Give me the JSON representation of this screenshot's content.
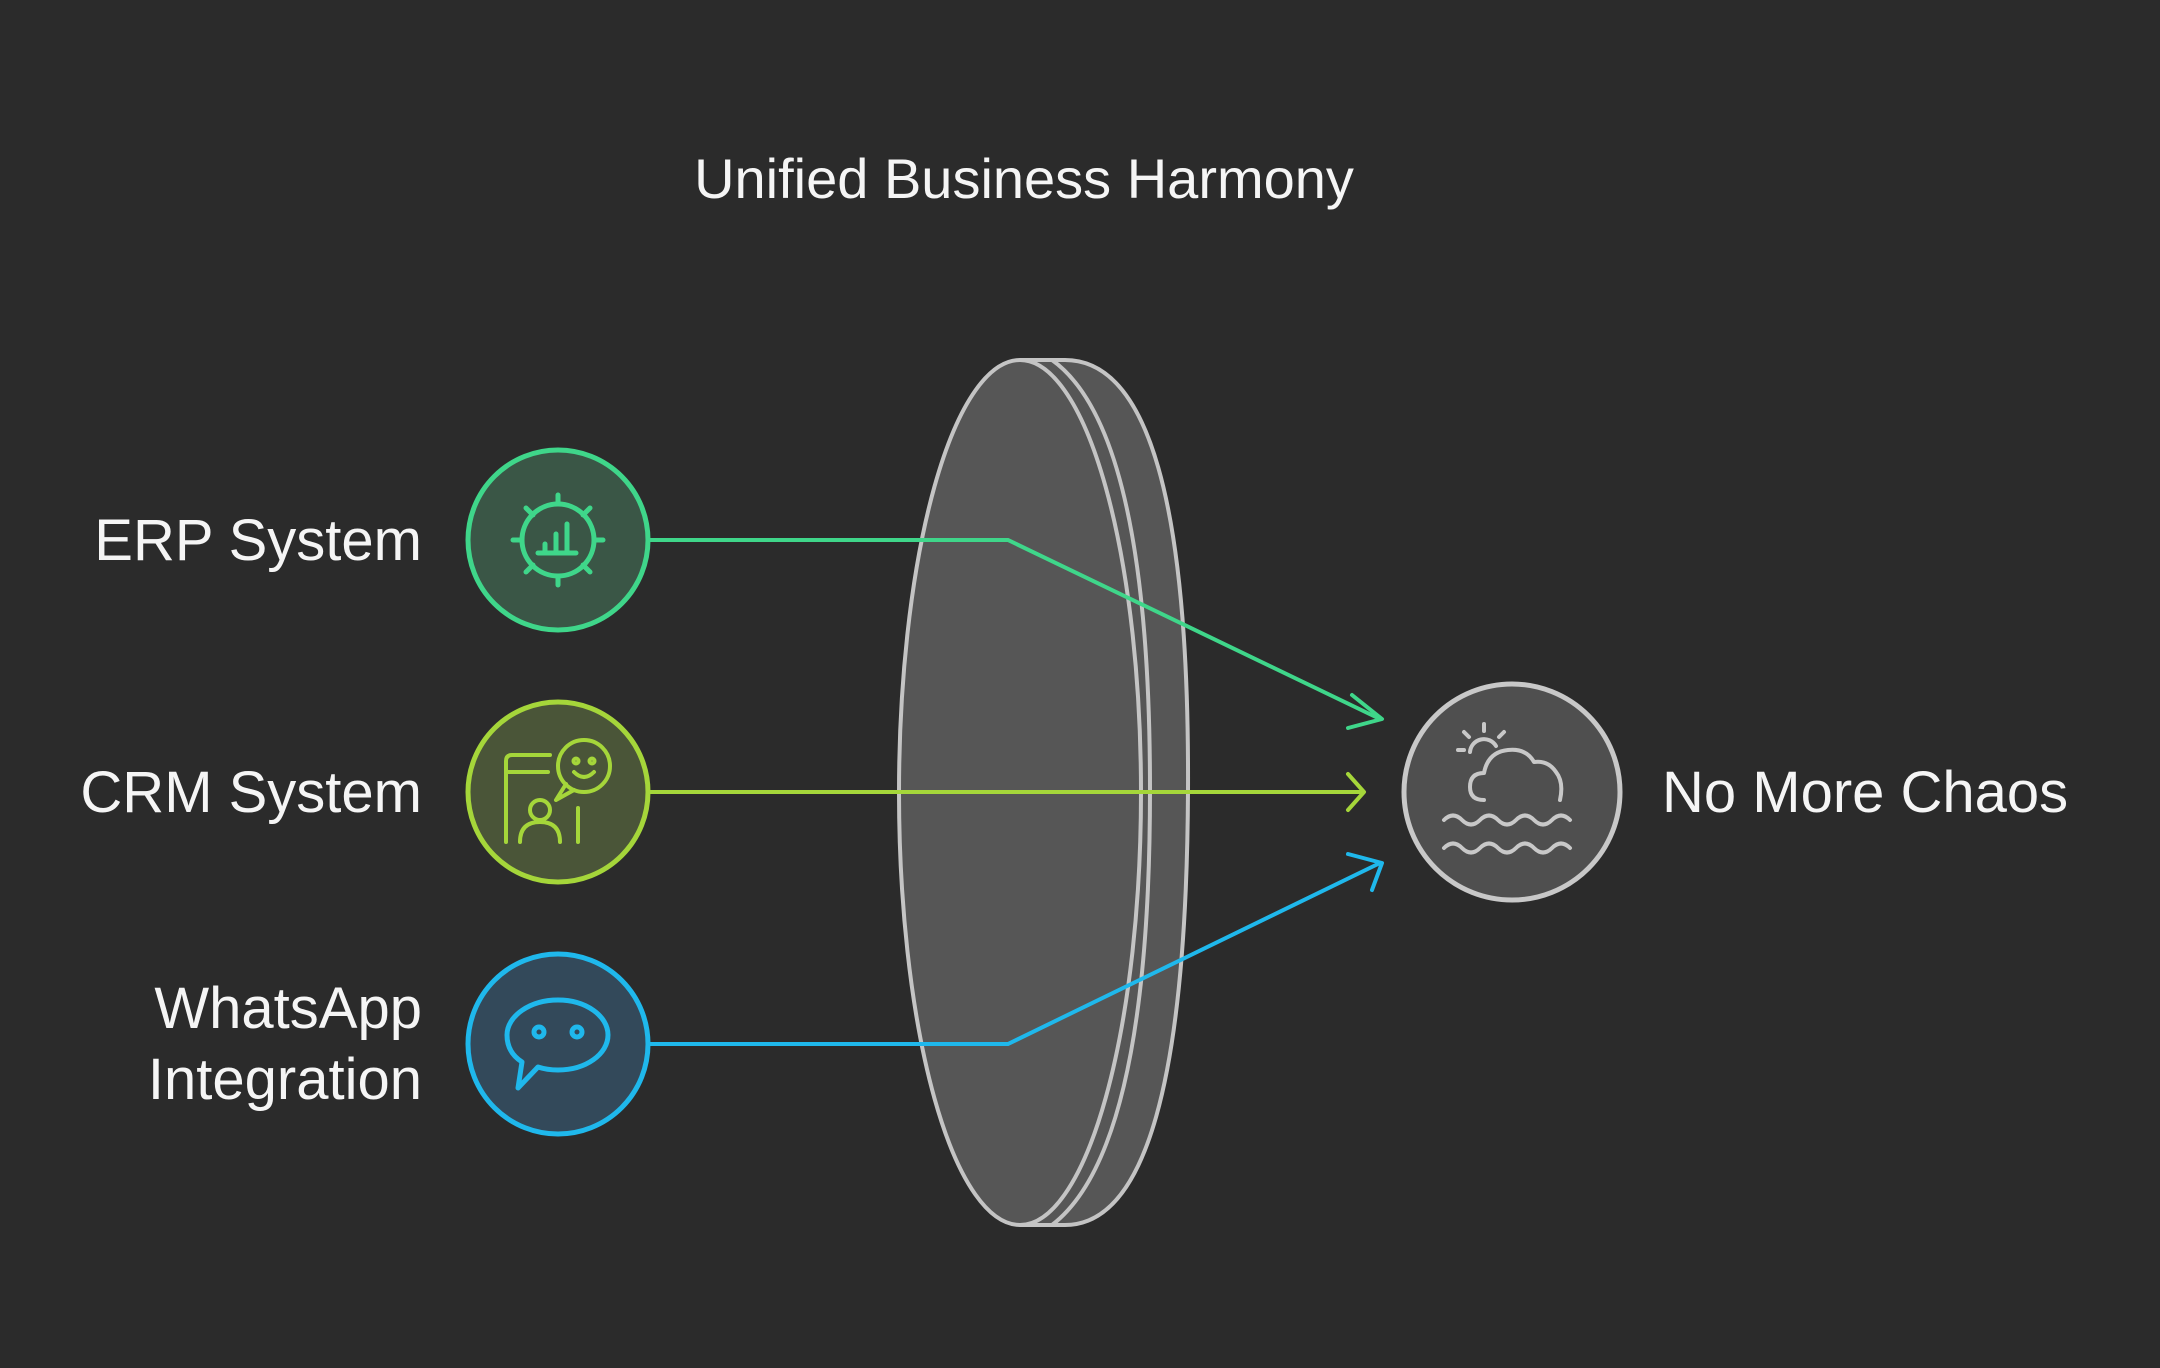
{
  "title": "Unified Business Harmony",
  "inputs": [
    {
      "label_lines": [
        "ERP System"
      ],
      "icon": "gear-chart-icon",
      "color": "#3fd68a",
      "fill": "#3a5646"
    },
    {
      "label_lines": [
        "CRM System"
      ],
      "icon": "customer-chat-icon",
      "color": "#a5d63a",
      "fill": "#4a5538"
    },
    {
      "label_lines": [
        "WhatsApp",
        "Integration"
      ],
      "icon": "chat-bubble-icon",
      "color": "#1fb8ec",
      "fill": "#33495a"
    }
  ],
  "lens": {
    "icon": "lens-icon",
    "fill": "#565656",
    "stroke": "#c4c4c4"
  },
  "output": {
    "label": "No More Chaos",
    "icon": "sun-cloud-waves-icon",
    "color": "#c8c8c8",
    "fill": "#4f4f4f"
  }
}
